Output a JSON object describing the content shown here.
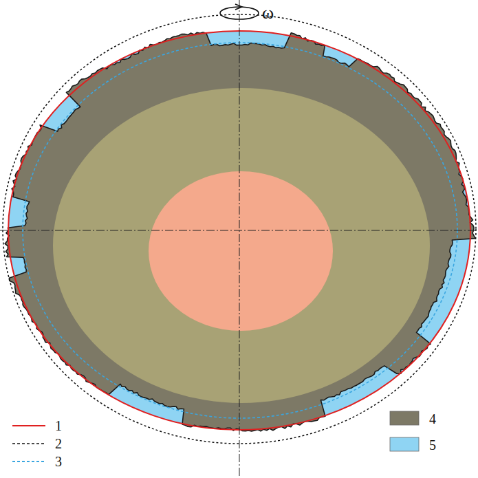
{
  "diagram": {
    "labels": [
      "ω"
    ],
    "legend": [
      {
        "text": "1"
      },
      {
        "text": "2"
      },
      {
        "text": "3"
      },
      {
        "text": "4",
        "color": "#7d7966"
      },
      {
        "text": "5",
        "color": "#8fd4f3"
      }
    ]
  }
}
